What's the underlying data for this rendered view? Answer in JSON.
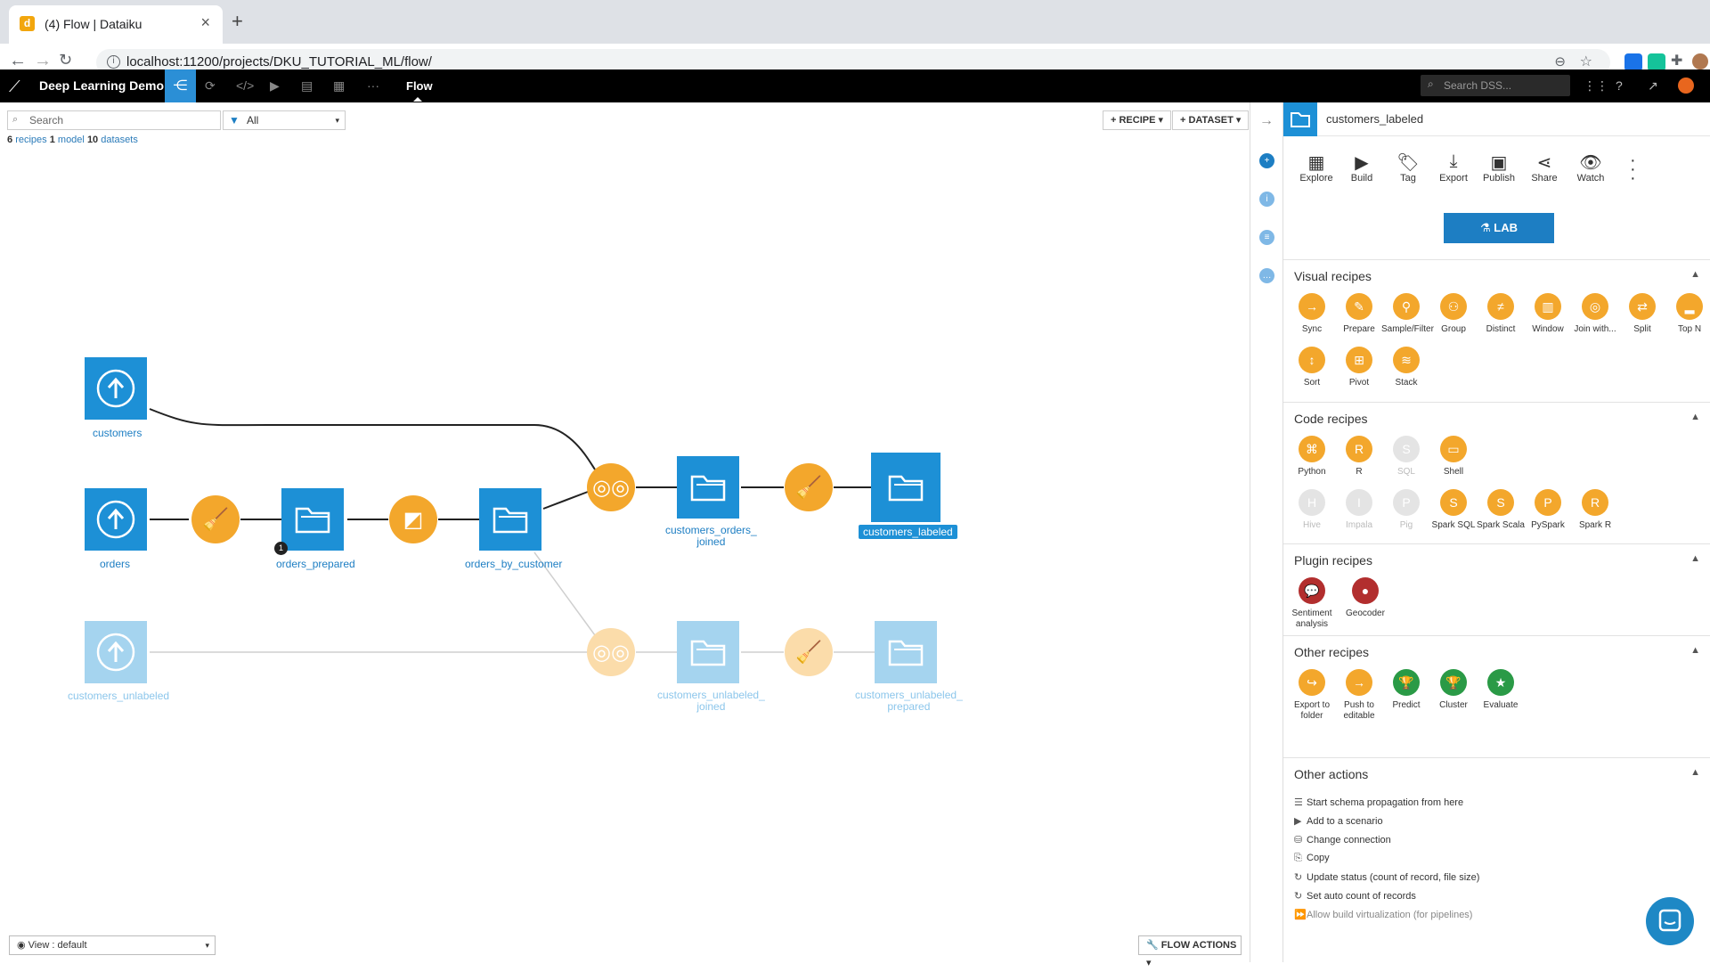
{
  "browser": {
    "tab_title": "(4) Flow | Dataiku",
    "tab_favicon": "d",
    "url": "localhost:11200/projects/DKU_TUTORIAL_ML/flow/"
  },
  "app": {
    "project_name": "Deep Learning Demo",
    "section": "Flow",
    "search_placeholder": "Search DSS..."
  },
  "flow": {
    "search_placeholder": "Search",
    "filter_value": "All",
    "counts": {
      "recipes_n": "6",
      "recipes": "recipes",
      "model_n": "1",
      "model": "model",
      "datasets_n": "10",
      "datasets": "datasets"
    },
    "recipe_btn": "+ RECIPE",
    "dataset_btn": "+ DATASET",
    "view": "View : default",
    "flow_actions": "FLOW ACTIONS",
    "nodes": {
      "customers": "customers",
      "orders": "orders",
      "orders_prepared": "orders_prepared",
      "orders_by_customer": "orders_by_customer",
      "customers_orders_joined": [
        "customers_orders_",
        "joined"
      ],
      "customers_labeled": "customers_labeled",
      "customers_unlabeled": "customers_unlabeled",
      "customers_unlabeled_joined": [
        "customers_unlabeled_",
        "joined"
      ],
      "customers_unlabeled_prepared": [
        "customers_unlabeled_",
        "prepared"
      ]
    },
    "badge": "1"
  },
  "panel": {
    "selected": "customers_labeled",
    "actions": [
      "Explore",
      "Build",
      "Tag",
      "Export",
      "Publish",
      "Share",
      "Watch"
    ],
    "lab": "LAB",
    "visual_title": "Visual recipes",
    "visual": [
      "Sync",
      "Prepare",
      "Sample/Filter",
      "Group",
      "Distinct",
      "Window",
      "Join with...",
      "Split",
      "Top N",
      "Sort",
      "Pivot",
      "Stack"
    ],
    "code_title": "Code recipes",
    "code": [
      "Python",
      "R",
      "SQL",
      "Shell",
      "Hive",
      "Impala",
      "Pig",
      "Spark SQL",
      "Spark Scala",
      "PySpark",
      "Spark R"
    ],
    "plugin_title": "Plugin recipes",
    "plugin": [
      [
        "Sentiment",
        "analysis"
      ],
      [
        "Geocoder"
      ]
    ],
    "other_title": "Other recipes",
    "other": [
      [
        "Export to",
        "folder"
      ],
      [
        "Push to",
        "editable"
      ],
      [
        "Predict"
      ],
      [
        "Cluster"
      ],
      [
        "Evaluate"
      ]
    ],
    "actions_title": "Other actions",
    "other_actions": [
      "Start schema propagation from here",
      "Add to a scenario",
      "Change connection",
      "Copy",
      "Update status (count of record, file size)",
      "Set auto count of records",
      "Allow build virtualization (for pipelines)"
    ]
  },
  "colors": {
    "dataset": "#1d90d6",
    "recipe": "#f3a72c",
    "ml": "#2a9a46",
    "plugin": "#b22e2e",
    "appbar": "#000000"
  }
}
